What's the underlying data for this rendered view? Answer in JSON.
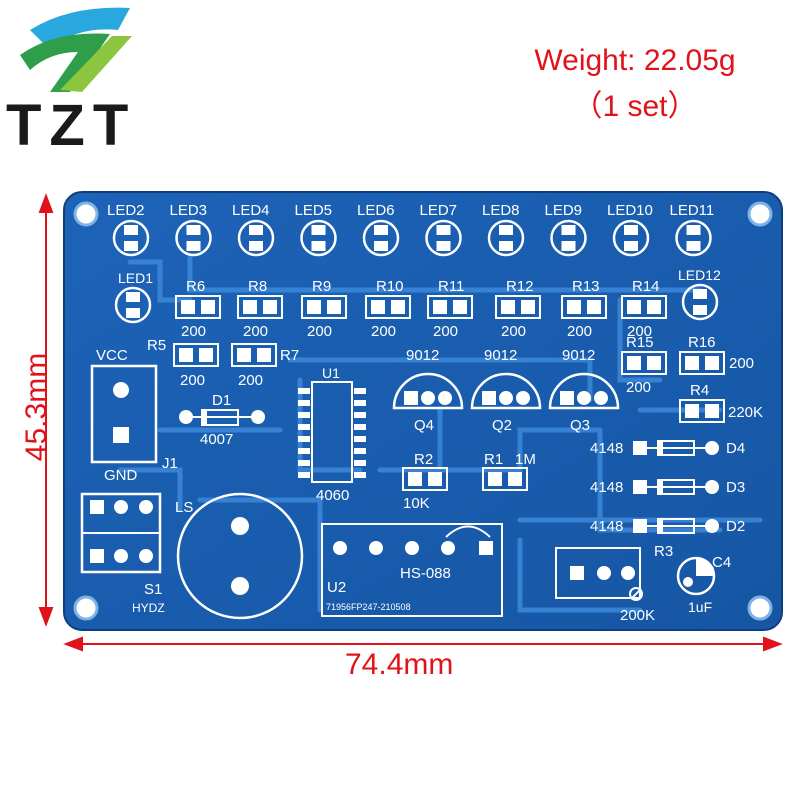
{
  "logo": {
    "text": "TZT",
    "icon": "tzt-logo-icon"
  },
  "weight": {
    "line1": "Weight: 22.05g",
    "line2": "（1 set）"
  },
  "dimensions": {
    "width": "74.4mm",
    "height": "45.3mm"
  },
  "colors": {
    "board": "#1a5fb4",
    "trace": "#2f7fd6",
    "silk": "#ffffff",
    "dim": "#e0121a"
  },
  "pcb": {
    "leds_top": [
      "LED2",
      "LED3",
      "LED4",
      "LED5",
      "LED6",
      "LED7",
      "LED8",
      "LED9",
      "LED10",
      "LED11"
    ],
    "led1": "LED1",
    "led12": "LED12",
    "r_row1": [
      "R6",
      "R8",
      "R9",
      "R10",
      "R11",
      "R12",
      "R13",
      "R14"
    ],
    "r_row1_vals": [
      "200",
      "200",
      "200",
      "200",
      "200",
      "200",
      "200",
      "200"
    ],
    "r5": "R5",
    "r7": "R7",
    "r5_val": "200",
    "r7_val": "200",
    "r15": "R15",
    "r15_val": "200",
    "r16": "R16",
    "r16_val": "200",
    "r4": "R4",
    "r4_val": "220K",
    "transistors": [
      "9012",
      "9012",
      "9012"
    ],
    "q_labels": [
      "Q4",
      "Q2",
      "Q3"
    ],
    "vcc": "VCC",
    "gnd": "GND",
    "j1": "J1",
    "d1": "D1",
    "d1_val": "4007",
    "u1": "U1",
    "u1_val": "4060",
    "r2": "R2",
    "r2_val": "10K",
    "r1": "R1",
    "r1_val": "1M",
    "diodes": [
      "4148",
      "4148",
      "4148"
    ],
    "d_labels": [
      "D4",
      "D3",
      "D2"
    ],
    "ls": "LS",
    "s1": "S1",
    "hydz": "HYDZ",
    "u2": "U2",
    "u2_val": "HS-088",
    "u2_code": "71956FP247-210508",
    "r3": "R3",
    "r3_val": "200K",
    "c4": "C4",
    "c4_val": "1uF"
  }
}
